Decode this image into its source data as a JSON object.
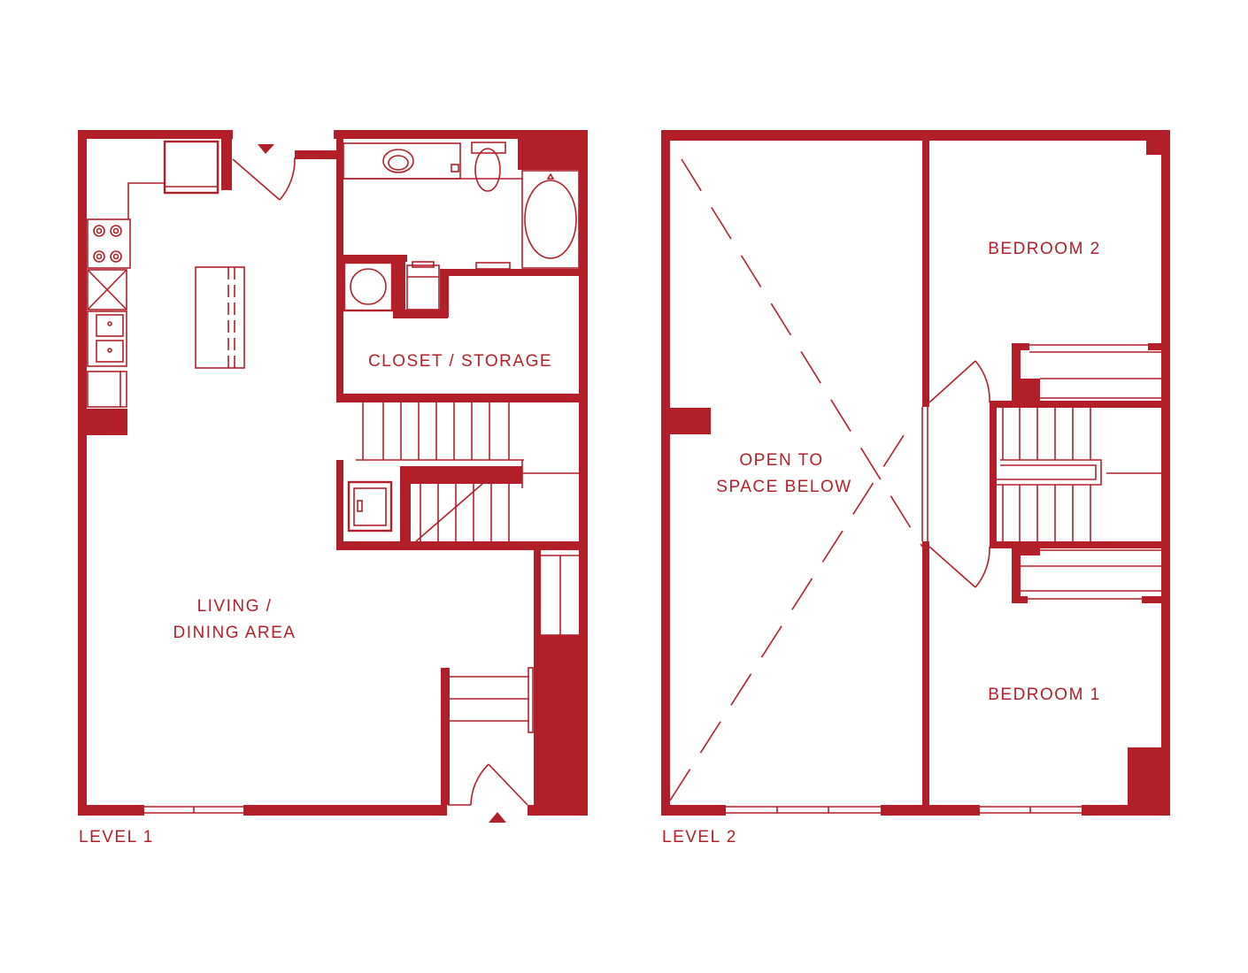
{
  "colors": {
    "wall": "#b31f28",
    "background": "#ffffff"
  },
  "level1": {
    "caption": "LEVEL 1",
    "rooms": {
      "closet": "CLOSET / STORAGE",
      "living_line1": "LIVING /",
      "living_line2": "DINING AREA"
    }
  },
  "level2": {
    "caption": "LEVEL 2",
    "rooms": {
      "open_line1": "OPEN TO",
      "open_line2": "SPACE BELOW",
      "bedroom2": "BEDROOM 2",
      "bedroom1": "BEDROOM 1"
    }
  }
}
